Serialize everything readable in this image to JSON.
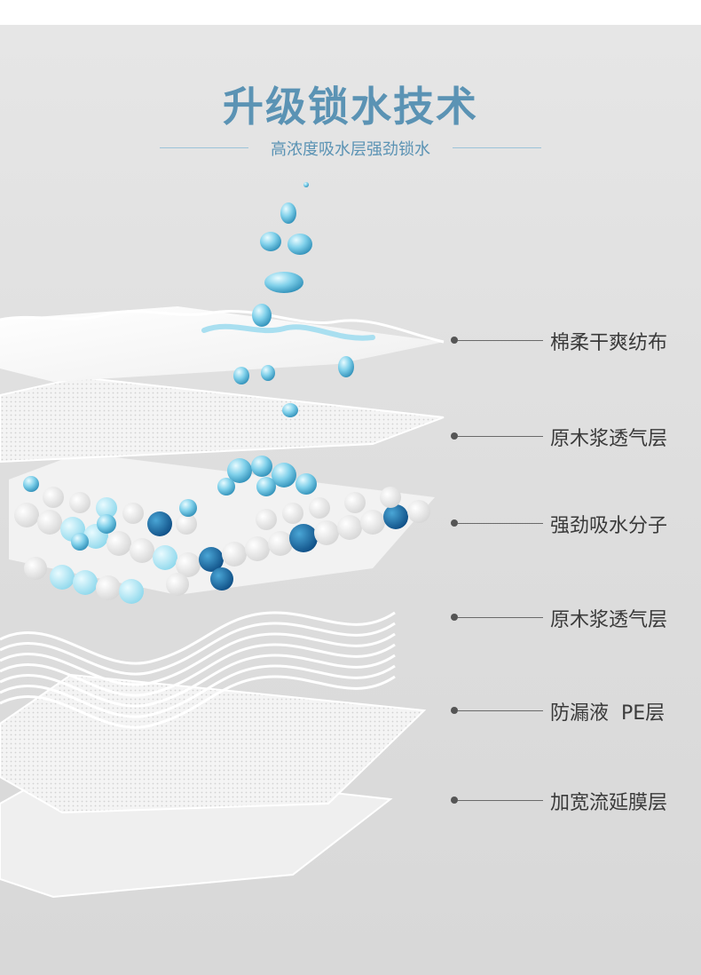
{
  "header": {
    "title": "升级锁水技术",
    "subtitle": "高浓度吸水层强劲锁水"
  },
  "layers": [
    {
      "label": "棉柔干爽纺布"
    },
    {
      "label": "原木浆透气层"
    },
    {
      "label": "强劲吸水分子"
    },
    {
      "label": "原木浆透气层"
    },
    {
      "label": "防漏液  PE层"
    },
    {
      "label": "加宽流延膜层"
    }
  ],
  "colors": {
    "accent": "#5b93b4",
    "water": "#6fc4e0",
    "deep_blue": "#1f6fa8",
    "background": "#dddddd"
  }
}
